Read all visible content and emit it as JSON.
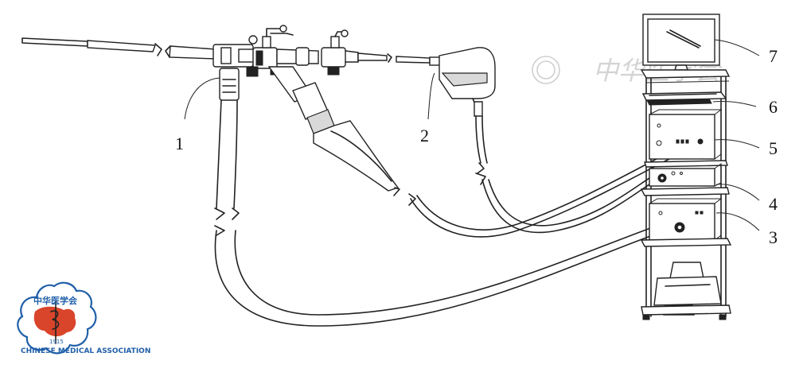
{
  "labels": {
    "l1": "1",
    "l2": "2",
    "l3": "3",
    "l4": "4",
    "l5": "5",
    "l6": "6",
    "l7": "7"
  },
  "watermark": {
    "text": "中华医学会"
  },
  "logo": {
    "chinese": "中华医学会",
    "english": "CHINESE MEDICAL ASSOCIATION",
    "year": "1915",
    "colors": {
      "blue": "#1f5fa8",
      "red": "#d9452b"
    }
  }
}
